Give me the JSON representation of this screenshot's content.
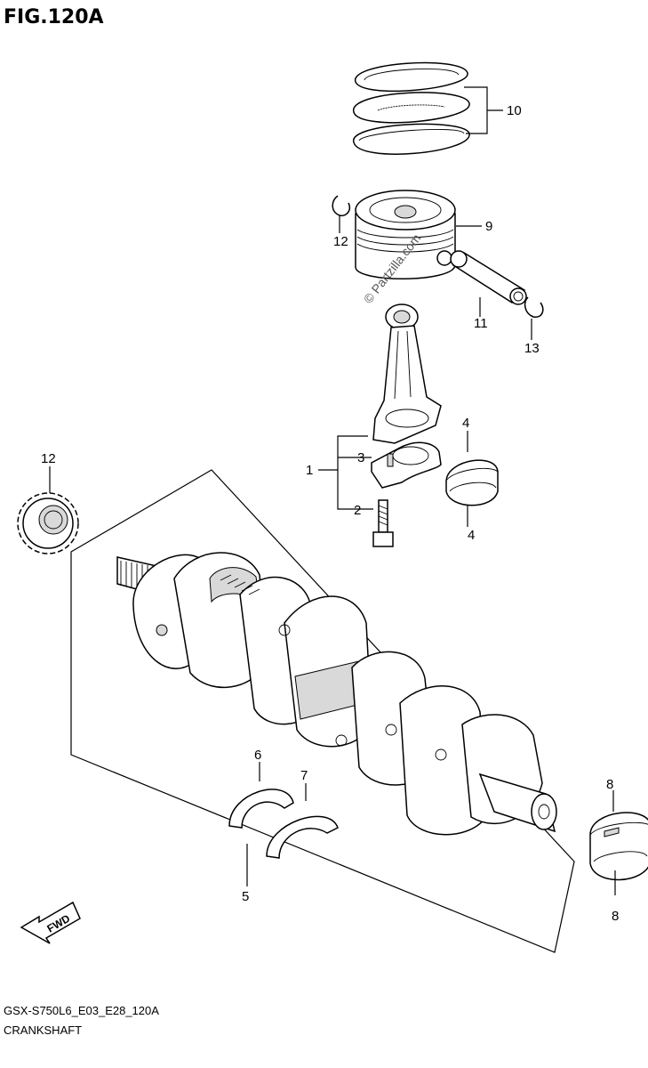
{
  "figure": {
    "title": "FIG.120A",
    "code": "GSX-S750L6_E03_E28_120A",
    "caption": "CRANKSHAFT",
    "watermark": "© Partzilla.com",
    "direction_label": "FWD"
  },
  "callouts": [
    "1",
    "2",
    "3",
    "4",
    "4",
    "5",
    "6",
    "7",
    "8",
    "8",
    "9",
    "10",
    "11",
    "12",
    "12",
    "13"
  ]
}
